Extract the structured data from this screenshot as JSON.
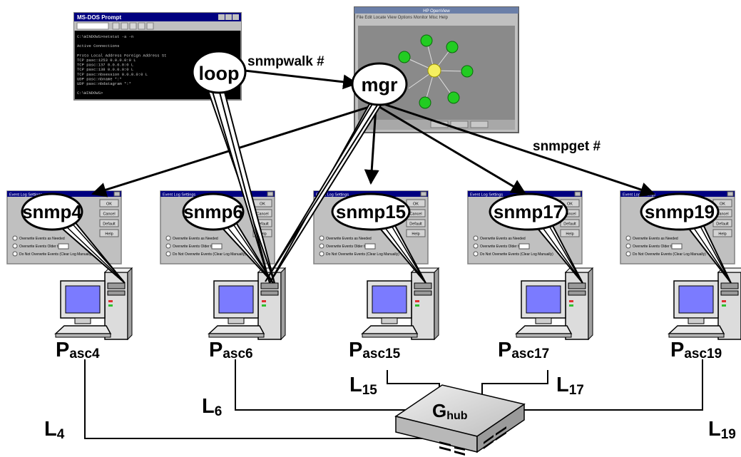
{
  "edge_labels": {
    "walk": "snmpwalk #",
    "get": "snmpget #"
  },
  "nodes": {
    "loop": "loop",
    "mgr": "mgr",
    "agents": [
      "snmp4",
      "snmp6",
      "snmp15",
      "snmp17",
      "snmp19"
    ]
  },
  "hosts": [
    {
      "main": "P",
      "sub": "asc4"
    },
    {
      "main": "P",
      "sub": "asc6"
    },
    {
      "main": "P",
      "sub": "asc15"
    },
    {
      "main": "P",
      "sub": "asc17"
    },
    {
      "main": "P",
      "sub": "asc19"
    }
  ],
  "links": [
    {
      "main": "L",
      "sub": "4"
    },
    {
      "main": "L",
      "sub": "6"
    },
    {
      "main": "L",
      "sub": "15"
    },
    {
      "main": "L",
      "sub": "17"
    },
    {
      "main": "L",
      "sub": "19"
    }
  ],
  "hub": {
    "main": "G",
    "sub": "hub"
  },
  "dos_window": {
    "title": "MS-DOS Prompt",
    "lines": [
      "C:\\WINDOWS>netstat -a -n",
      "",
      "Active Connections",
      "",
      "  Proto  Local Address       Foreign Address     St",
      "  TCP    pasc:1253           0.0.0.0:0           L",
      "  TCP    pasc:137            0.0.0.0:0           L",
      "  TCP    pasc:138            0.0.0.0:0           L",
      "  TCP    pasc:nbsession      0.0.0.0:0           L",
      "  UDP    pasc:nbname         *:*",
      "  UDP    pasc:nbdatagram     *:*",
      "",
      "C:\\WINDOWS>"
    ]
  },
  "mgr_window": {
    "title": "HP OpenView",
    "menu": "File Edit Locate View Options Monitor Misc Help"
  },
  "dialog": {
    "title": "Event Log Settings",
    "buttons": [
      "OK",
      "Cancel",
      "Default",
      "Help"
    ],
    "options": [
      "Overwrite Events as Needed",
      "Overwrite Events Older than",
      "Do Not Overwrite Events (Clear Log Manually)"
    ]
  },
  "colors": {
    "screen": "#7b7bff",
    "hub": "#d6d6d6",
    "mgr_bg": "#8a8a8a",
    "node_green": "#22cc22"
  }
}
